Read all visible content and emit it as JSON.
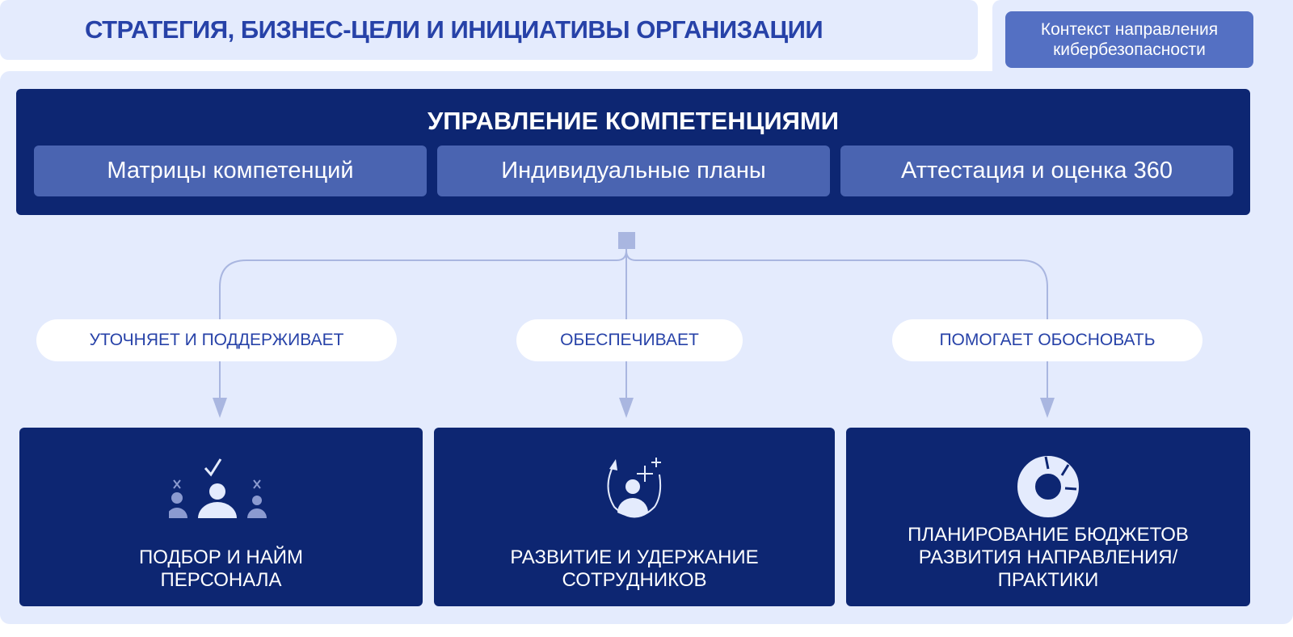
{
  "header": {
    "title": "СТРАТЕГИЯ, БИЗНЕС-ЦЕЛИ И ИНИЦИАТИВЫ ОРГАНИЗАЦИИ",
    "context_button": [
      "Контекст направления",
      "кибербезопасности"
    ]
  },
  "competency": {
    "title": "УПРАВЛЕНИЕ КОМПЕТЕНЦИЯМИ",
    "items": [
      "Матрицы компетенций",
      "Индивидуальные планы",
      "Аттестация и оценка 360"
    ]
  },
  "relations": [
    "УТОЧНЯЕТ И ПОДДЕРЖИВАЕТ",
    "ОБЕСПЕЧИВАЕТ",
    "ПОМОГАЕТ ОБОСНОВАТЬ"
  ],
  "outcomes": [
    {
      "label": "ПОДБОР И НАЙМ\nПЕРСОНАЛА",
      "icon": "people-selection-icon"
    },
    {
      "label": "РАЗВИТИЕ И УДЕРЖАНИЕ\nСОТРУДНИКОВ",
      "icon": "person-growth-icon"
    },
    {
      "label": "ПЛАНИРОВАНИЕ БЮДЖЕТОВ\nРАЗВИТИЯ НАПРАВЛЕНИЯ/\nПРАКТИКИ",
      "icon": "donut-chart-icon"
    }
  ],
  "colors": {
    "navy": "#0D2672",
    "accent": "#2742A8",
    "light": "#E4EBFD",
    "sub": "#4A64B1",
    "connector": "#A9B6E0"
  }
}
